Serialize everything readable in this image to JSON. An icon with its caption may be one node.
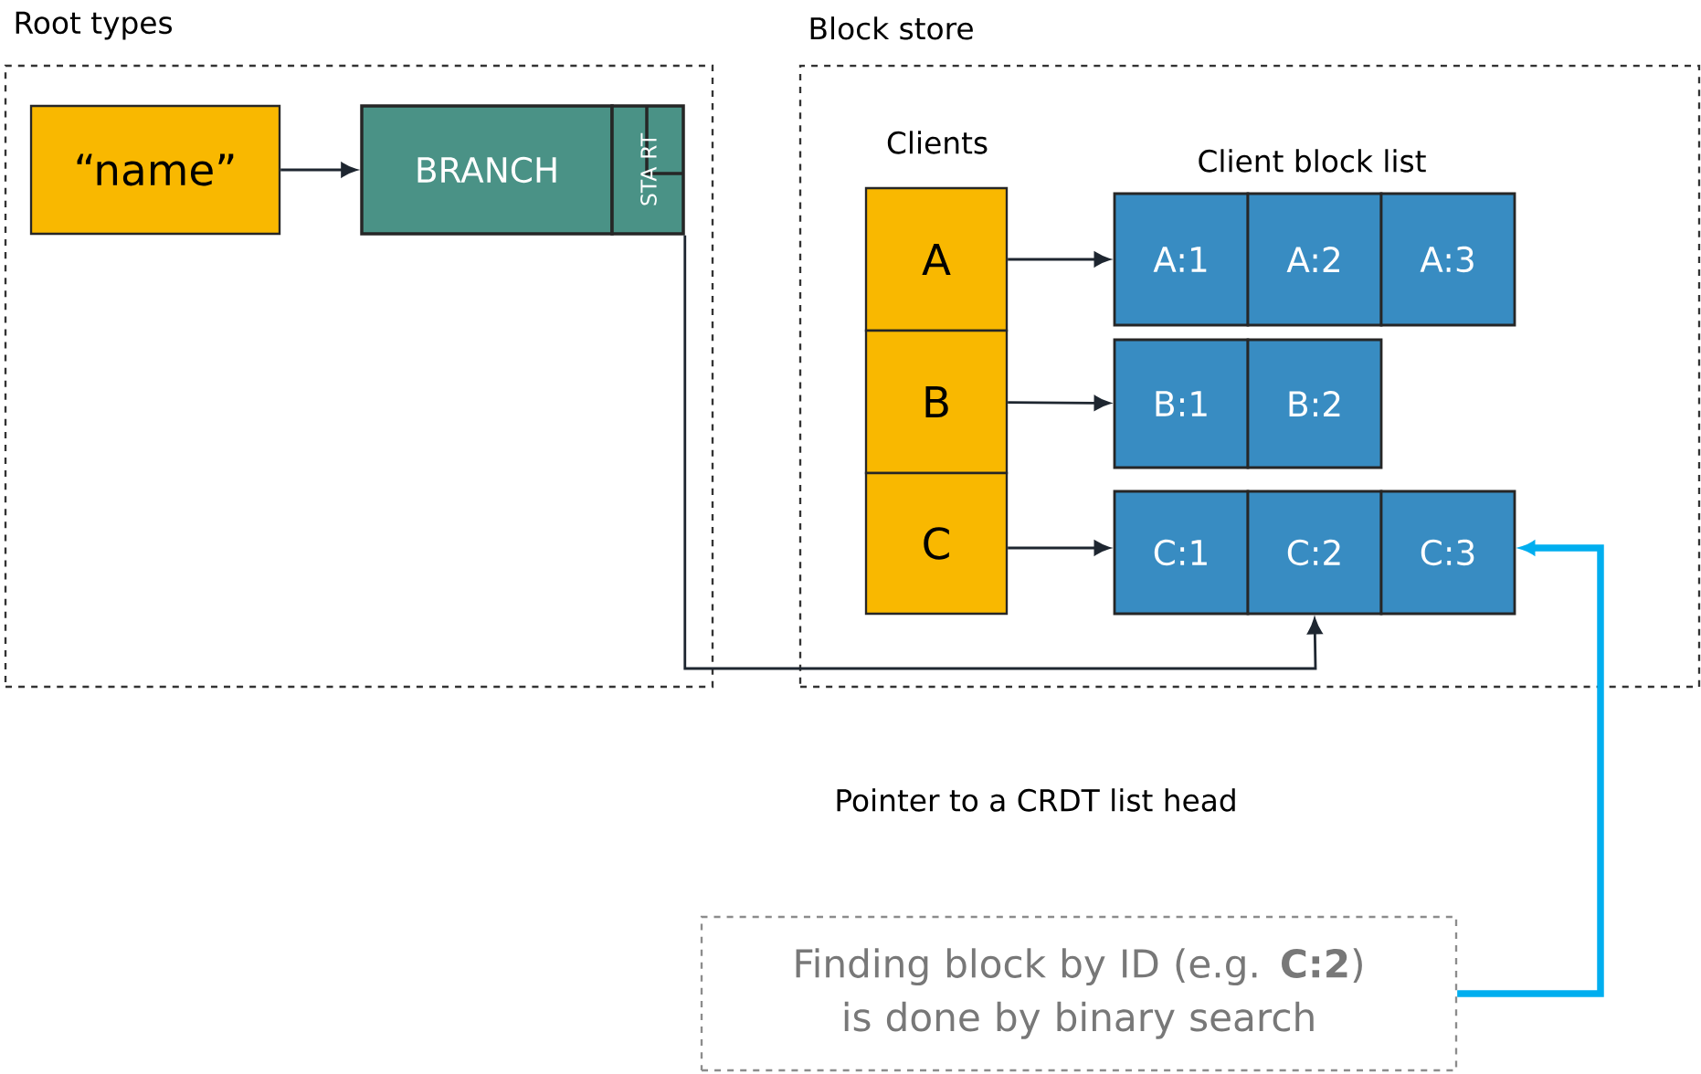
{
  "diagram": {
    "nodes": [
      {
        "text": [
          "Root types"
        ]
      },
      {
        "text": [
          "“name”"
        ],
        "in": 0
      },
      {
        "text": [
          "BRANCH"
        ],
        "in": 0
      },
      {
        "text": [
          "STA RT"
        ],
        "in": 0
      },
      {
        "text": [
          "Block store"
        ]
      },
      {
        "text": [
          "A"
        ],
        "in": 4
      },
      {
        "text": [
          "B"
        ],
        "in": 4
      },
      {
        "text": [
          "C"
        ],
        "in": 4
      },
      {
        "text": [
          "A:1"
        ],
        "in": 4
      },
      {
        "text": [
          "A:2"
        ],
        "in": 4
      },
      {
        "text": [
          "A:3"
        ],
        "in": 4
      },
      {
        "text": [
          "B:1"
        ],
        "in": 4
      },
      {
        "text": [
          "B:2"
        ],
        "in": 4
      },
      {
        "text": [
          "C:1"
        ],
        "in": 4
      },
      {
        "text": [
          "C:2"
        ],
        "in": 4
      },
      {
        "text": [
          "C:3"
        ],
        "in": 4
      },
      {
        "text": [
          "Finding block by ID (e.g. **C:2**) is done by binary search"
        ]
      }
    ],
    "edges": [
      {
        "from": 1,
        "to": 2,
        "arrow": "to"
      },
      {
        "from": 3,
        "to": 14,
        "arrow": "to"
      },
      {
        "from": 5,
        "to": 8,
        "arrow": "to"
      },
      {
        "from": 6,
        "to": 11,
        "arrow": "to"
      },
      {
        "from": 7,
        "to": 13,
        "arrow": "to"
      },
      {
        "from": 16,
        "to": 15,
        "arrow": "to",
        "style": "thick",
        "color": "#00aeef"
      }
    ],
    "labels": [
      "Clients",
      "Client block list",
      "Pointer to a CRDT list head"
    ]
  }
}
